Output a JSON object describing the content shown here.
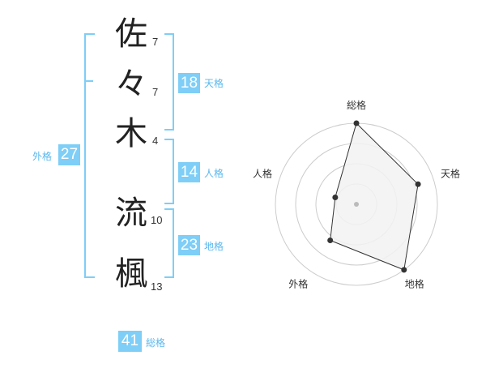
{
  "name": {
    "chars": [
      {
        "char": "佐",
        "strokes": "7"
      },
      {
        "char": "々",
        "strokes": "7"
      },
      {
        "char": "木",
        "strokes": "4"
      },
      {
        "char": "流",
        "strokes": "10"
      },
      {
        "char": "楓",
        "strokes": "13"
      }
    ]
  },
  "fortunes": {
    "tenkaku": {
      "value": "18",
      "label": "天格"
    },
    "jinkaku": {
      "value": "14",
      "label": "人格"
    },
    "chikaku": {
      "value": "23",
      "label": "地格"
    },
    "gaikaku": {
      "value": "27",
      "label": "外格"
    },
    "soukaku": {
      "value": "41",
      "label": "総格"
    }
  },
  "chart_data": {
    "type": "radar",
    "axes": [
      "総格",
      "天格",
      "地格",
      "外格",
      "人格"
    ],
    "values": [
      4,
      3.2,
      4,
      2.2,
      1.1
    ],
    "rmax": 4,
    "rings": 4,
    "colors": {
      "fill": "#f2f2f2",
      "line": "#333333",
      "ring": "#cccccc",
      "center": "#bbbbbb"
    }
  }
}
